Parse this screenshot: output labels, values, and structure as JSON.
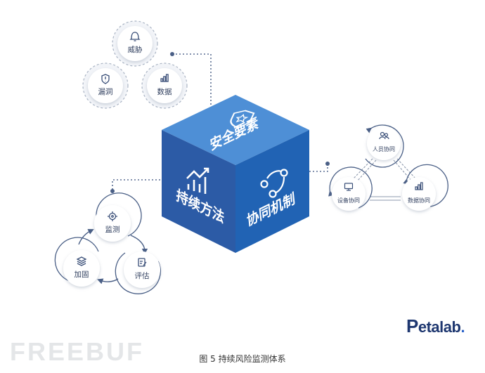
{
  "cube": {
    "top_face": "安全要素",
    "left_face": "持续方法",
    "right_face": "协同机制",
    "color_top": "#4e8fd6",
    "color_left": "#2c5ba6",
    "color_right": "#2163b4"
  },
  "elements_cluster": {
    "nodes": [
      {
        "label": "威胁",
        "icon": "bell-icon"
      },
      {
        "label": "漏洞",
        "icon": "shield-alert-icon"
      },
      {
        "label": "数据",
        "icon": "bar-chart-icon"
      }
    ]
  },
  "method_cluster": {
    "nodes": [
      {
        "label": "监测",
        "icon": "crosshair-icon"
      },
      {
        "label": "评估",
        "icon": "document-edit-icon"
      },
      {
        "label": "加固",
        "icon": "layers-icon"
      }
    ]
  },
  "collab_cluster": {
    "nodes": [
      {
        "label": "人员协同",
        "icon": "users-icon"
      },
      {
        "label": "设备协同",
        "icon": "monitor-icon"
      },
      {
        "label": "数据协同",
        "icon": "bar-chart-icon"
      }
    ]
  },
  "caption": "图 5 持续风险监测体系",
  "brand": {
    "letter": "P",
    "rest": "etalab",
    "dot": "."
  },
  "watermark": "FREEBUF",
  "colors": {
    "accent": "#2b5ca8",
    "node_ring": "#9aa7ba",
    "line": "#6e7f99"
  }
}
